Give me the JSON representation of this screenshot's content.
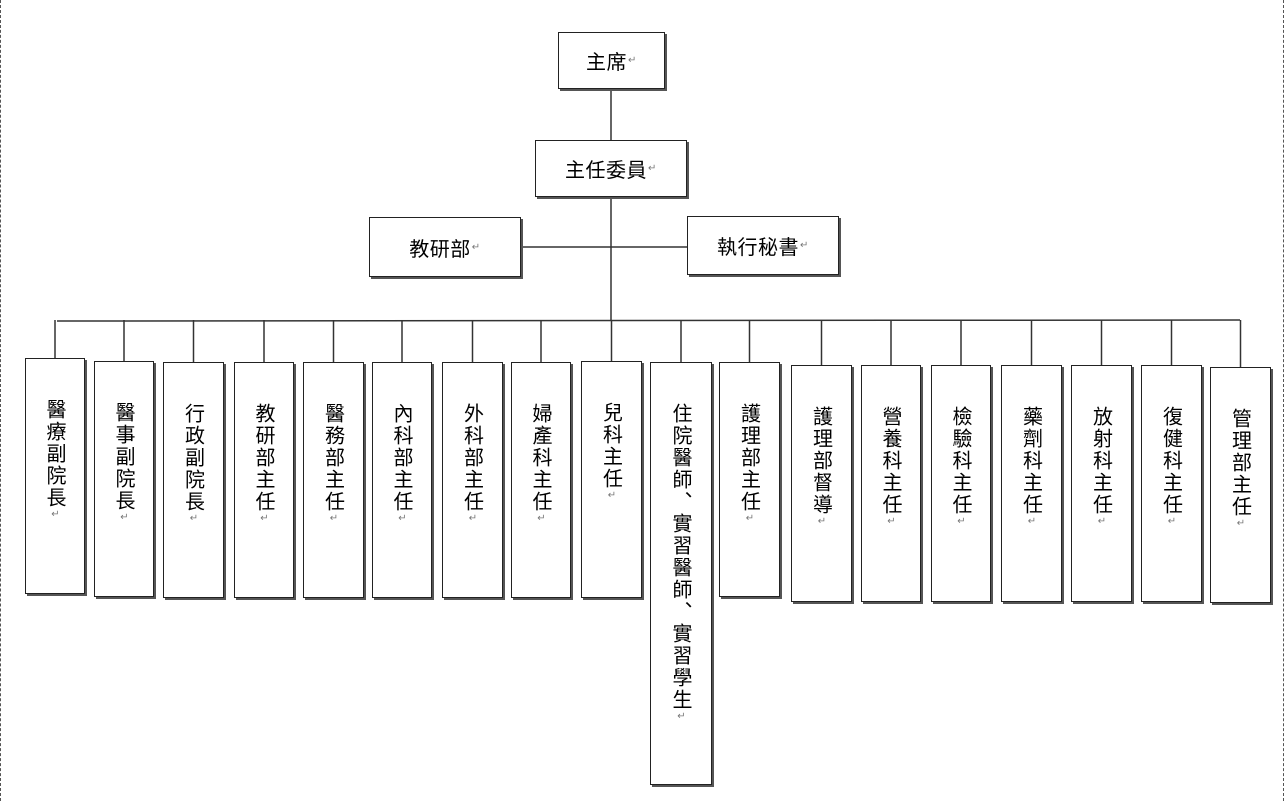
{
  "org_chart": {
    "chairman": "主席",
    "chief_commissioner": "主任委員",
    "education_research_dept": "教研部",
    "executive_secretary": "執行秘書",
    "units": [
      "醫療副院長",
      "醫事副院長",
      "行政副院長",
      "教研部主任",
      "醫務部主任",
      "內科部主任",
      "外科部主任",
      "婦產科主任",
      "兒科主任",
      "住院醫師、實習醫師、實習學生",
      "護理部主任",
      "護理部督導",
      "營養科主任",
      "檢驗科主任",
      "藥劑科主任",
      "放射科主任",
      "復健科主任",
      "管理部主任"
    ]
  },
  "paragraph_mark": "↵"
}
